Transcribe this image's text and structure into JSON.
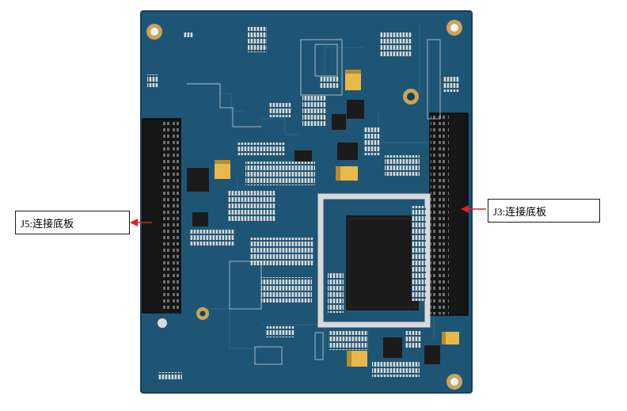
{
  "labels": {
    "left": "J5:连接底板",
    "right": "J3:连接底板"
  },
  "colors": {
    "background": "#ffffff",
    "pcb_board": "#1f5574",
    "pcb_dark": "#163f58",
    "pad_silver": "#d9d9d9",
    "header_black": "#161616",
    "chip_black": "#1b1b1b",
    "tantalum_yellow": "#e8b84a",
    "arrow_red": "#e02020",
    "silkscreen": "#cfd8dc",
    "copper_gold": "#c9a45a"
  },
  "icons": {
    "left_arrow": "red-arrow-left",
    "right_arrow": "red-arrow-left"
  }
}
